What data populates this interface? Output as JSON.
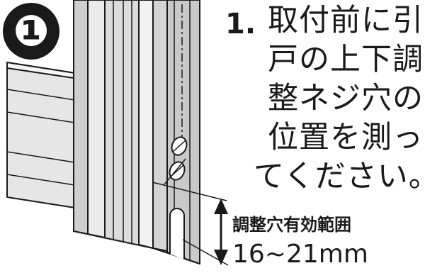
{
  "step": {
    "badge": "❶",
    "number": "1.",
    "instruction_lines": [
      "取付前に引",
      "戸の上下調",
      "整ネジ穴の",
      "位置を測っ",
      "てください。"
    ]
  },
  "dimension": {
    "label": "調整穴有効範囲",
    "value": "16~21mm"
  }
}
